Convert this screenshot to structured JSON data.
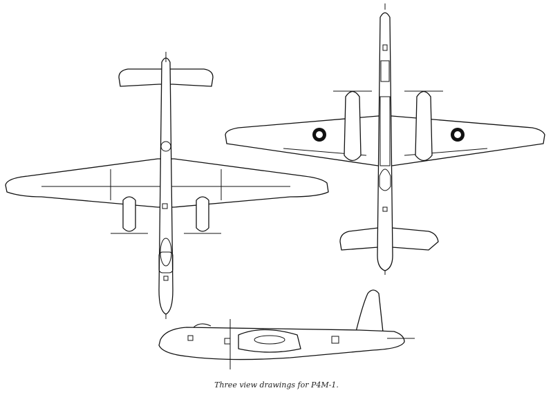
{
  "caption": "Three view drawings for P4M-1.",
  "views": [
    "top",
    "bottom",
    "side"
  ],
  "colors": {
    "line": "#111111",
    "background": "#ffffff"
  }
}
